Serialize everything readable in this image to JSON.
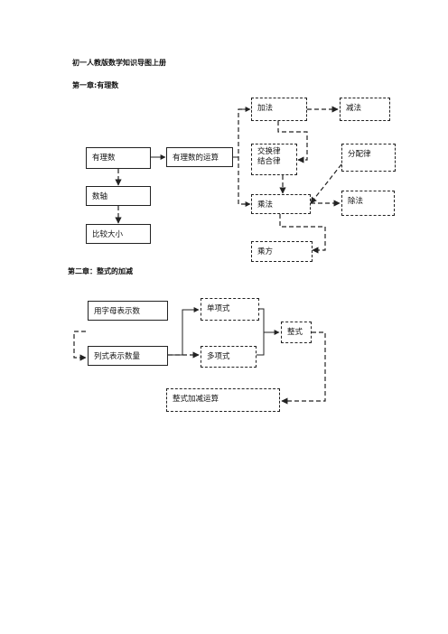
{
  "doc_title": "初一人教版数学知识导图上册",
  "chapter1": {
    "heading": "第一章:有理数",
    "nodes": {
      "rational": "有理数",
      "number_line": "数轴",
      "compare": "比较大小",
      "operations": "有理数的运算",
      "add": "加法",
      "subtract": "减法",
      "commutative": "交换律",
      "associative": "结合律",
      "distributive": "分配律",
      "multiply": "乘法",
      "divide": "除法",
      "power": "乘方"
    }
  },
  "chapter2": {
    "heading": "第二章：整式的加减",
    "nodes": {
      "letters": "用字母表示数",
      "expressions": "列式表示数量",
      "monomial": "单项式",
      "polynomial": "多项式",
      "integral": "整式",
      "add_sub": "整式加减运算"
    }
  }
}
